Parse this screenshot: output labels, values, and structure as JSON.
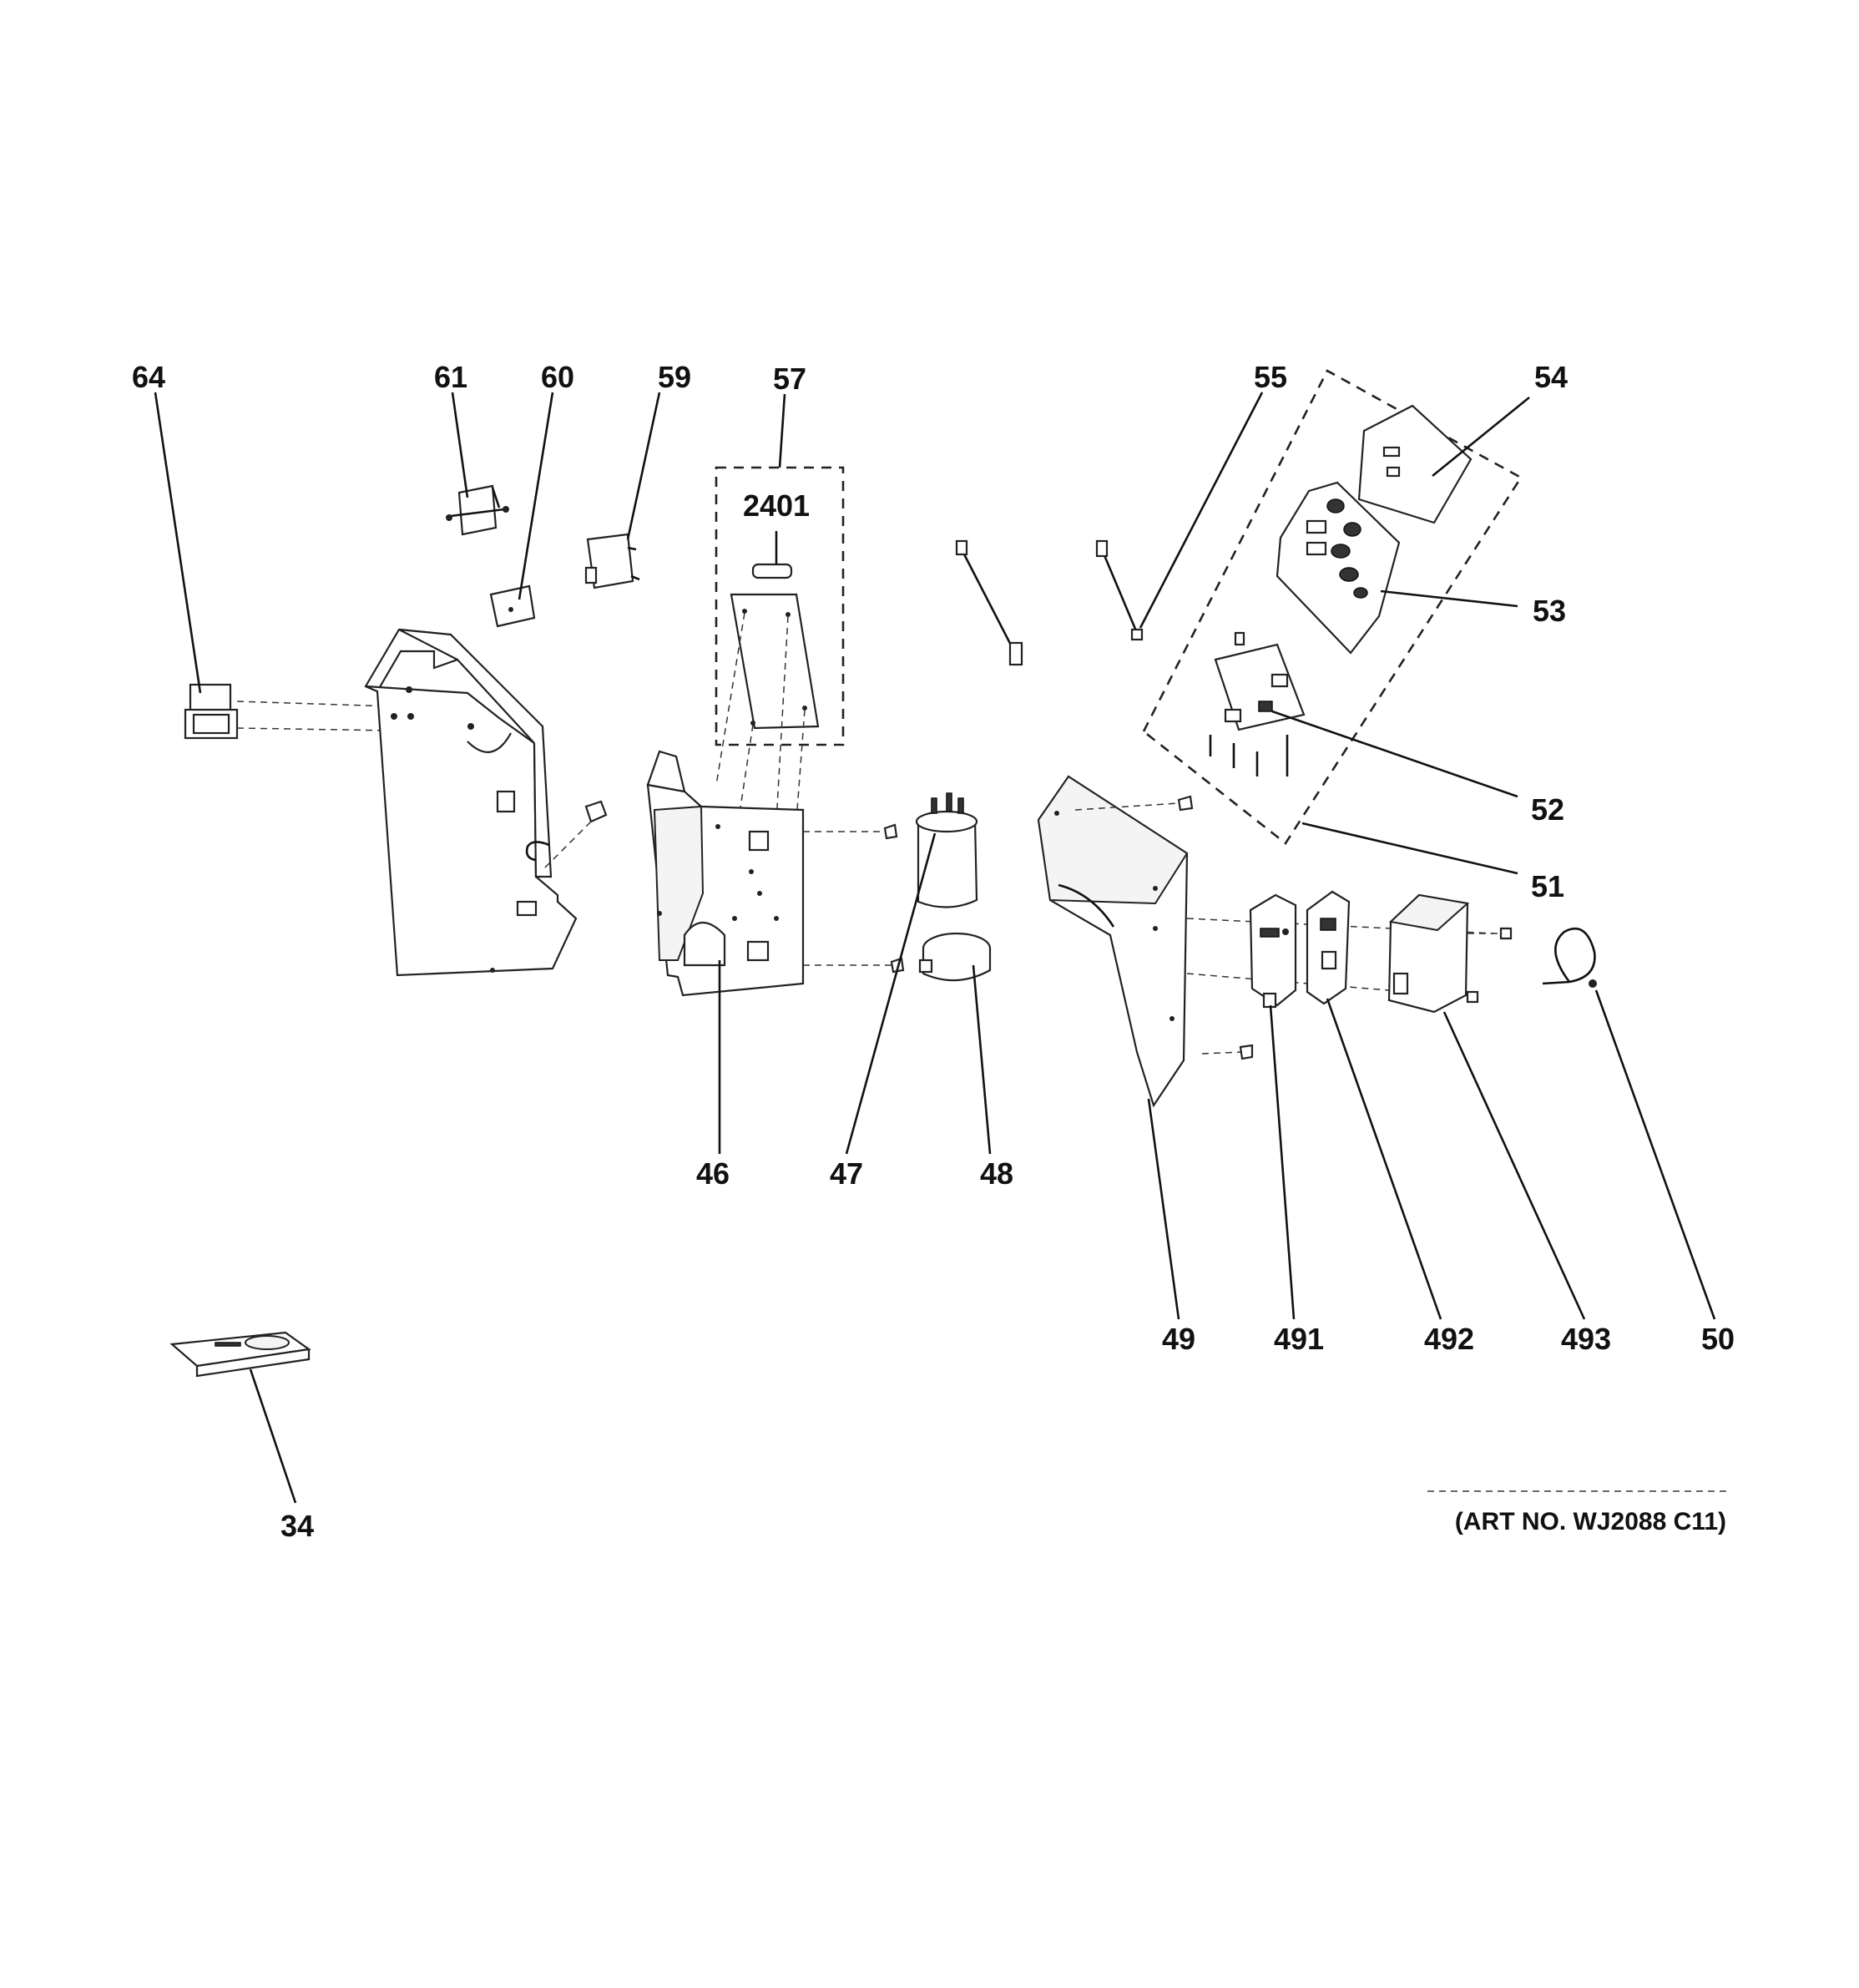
{
  "diagram": {
    "art_number": "(ART NO. WJ2088 C11)",
    "callouts": [
      {
        "id": "64",
        "text": "64"
      },
      {
        "id": "61",
        "text": "61"
      },
      {
        "id": "60",
        "text": "60"
      },
      {
        "id": "59",
        "text": "59"
      },
      {
        "id": "57",
        "text": "57"
      },
      {
        "id": "2401",
        "text": "2401"
      },
      {
        "id": "55",
        "text": "55"
      },
      {
        "id": "54",
        "text": "54"
      },
      {
        "id": "53",
        "text": "53"
      },
      {
        "id": "52",
        "text": "52"
      },
      {
        "id": "51",
        "text": "51"
      },
      {
        "id": "46",
        "text": "46"
      },
      {
        "id": "47",
        "text": "47"
      },
      {
        "id": "48",
        "text": "48"
      },
      {
        "id": "49",
        "text": "49"
      },
      {
        "id": "491",
        "text": "491"
      },
      {
        "id": "492",
        "text": "492"
      },
      {
        "id": "493",
        "text": "493"
      },
      {
        "id": "50",
        "text": "50"
      },
      {
        "id": "34",
        "text": "34"
      }
    ]
  }
}
